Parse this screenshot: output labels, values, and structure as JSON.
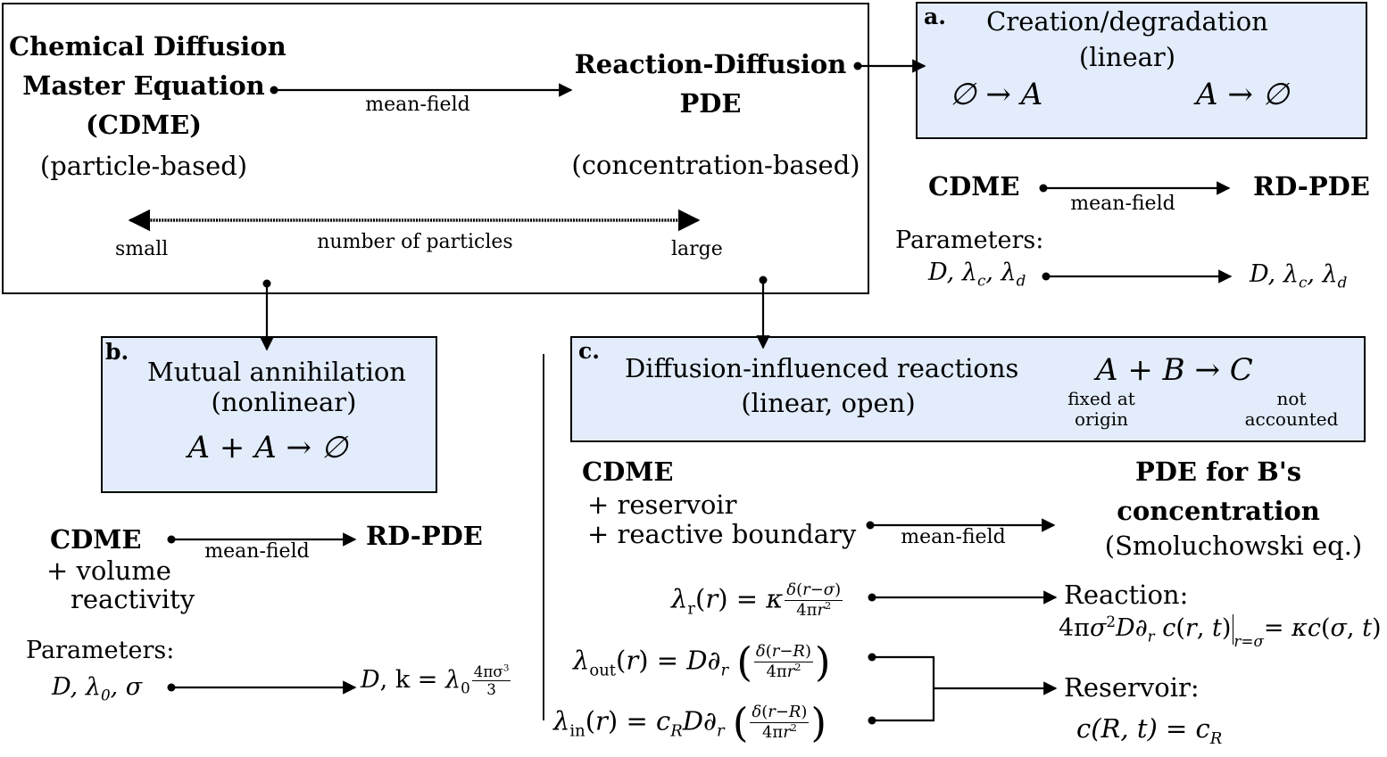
{
  "main": {
    "cdme_line1": "Chemical Diffusion",
    "cdme_line2": "Master Equation",
    "cdme_line3": "(CDME)",
    "cdme_sub": "(particle-based)",
    "meanfield": "mean-field",
    "rd_line1": "Reaction-Diffusion",
    "rd_line2": "PDE",
    "rd_sub": "(concentration-based)",
    "small": "small",
    "number_of_particles": "number of particles",
    "large": "large"
  },
  "panel_a": {
    "tag": "a.",
    "title": "Creation/degradation",
    "subtitle": "(linear)",
    "reaction1": "∅ → A",
    "reaction2": "A → ∅",
    "cdme": "CDME",
    "meanfield": "mean-field",
    "rdpde": "RD-PDE",
    "parameters": "Parameters:",
    "param_left": "D, λc, λd",
    "param_right": "D, λc, λd"
  },
  "panel_b": {
    "tag": "b.",
    "title": "Mutual annihilation",
    "subtitle": "(nonlinear)",
    "reaction": "A + A → ∅",
    "cdme": "CDME",
    "volume1": "+ volume",
    "volume2": "reactivity",
    "meanfield": "mean-field",
    "rdpde": "RD-PDE",
    "parameters": "Parameters:",
    "param_left": "D, λ0, σ",
    "param_right": "D, k = λ0 4πσ³/3"
  },
  "panel_c": {
    "tag": "c.",
    "title": "Diffusion-influenced reactions",
    "subtitle": "(linear, open)",
    "reaction": "A + B → C",
    "fixed1": "fixed at",
    "fixed2": "origin",
    "not1": "not",
    "not2": "accounted",
    "cdme": "CDME",
    "reservoir": "+ reservoir",
    "reactive": "+ reactive boundary",
    "meanfield": "mean-field",
    "pde_line1": "PDE for B's",
    "pde_line2": "concentration",
    "smol": "(Smoluchowski eq.)",
    "lambda_r": "λr(r) = κ δ(r−σ)/4πr²",
    "reaction_label": "Reaction:",
    "reaction_bc": "4πσ²D∂r c(r,t)|r=σ = κc(σ,t)",
    "lambda_out": "λout(r) = D∂r (δ(r−R)/4πr²)",
    "lambda_in": "λin(r) = cR D∂r (δ(r−R)/4πr²)",
    "reservoir_label": "Reservoir:",
    "reservoir_bc": "c(R,t) = cR"
  }
}
